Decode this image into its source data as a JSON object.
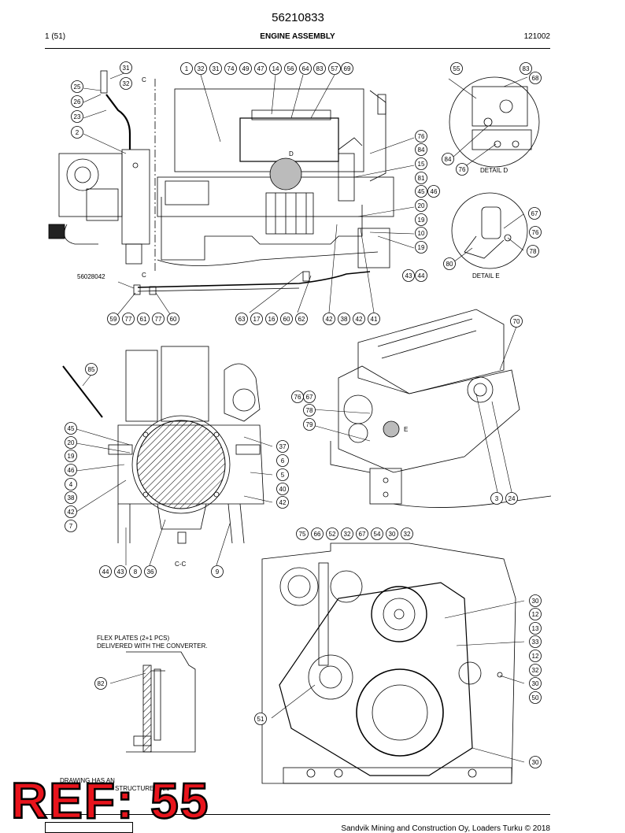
{
  "header": {
    "doc_number": "56210833",
    "page": "1 (51)",
    "title": "ENGINE ASSEMBLY",
    "date_code": "121002"
  },
  "labels": {
    "detail_d": "DETAIL D",
    "detail_e": "DETAIL E",
    "section_cc": "C-C",
    "section_c": "C",
    "marker_d": "D",
    "marker_e": "E",
    "part_ref": "56028042",
    "flex_note_1": "FLEX PLATES (2+1 PCS)",
    "flex_note_2": "DELIVERED WITH THE CONVERTER.",
    "drawing_note_1": "DRAWING HAS AN",
    "drawing_note_2": "STRUCTURE 5621"
  },
  "footer": {
    "copyright": "Sandvik Mining and Construction Oy, Loaders Turku © 2018"
  },
  "stamp": "REF: 55",
  "callouts": {
    "top_left": [
      "31",
      "32",
      "25",
      "26",
      "23",
      "2"
    ],
    "top_row": [
      "1",
      "32",
      "31",
      "74",
      "49",
      "47",
      "14",
      "56",
      "64",
      "83",
      "57",
      "69"
    ],
    "right_main": [
      "76",
      "84",
      "15",
      "81",
      "45",
      "46",
      "20",
      "19",
      "10",
      "19",
      "43",
      "44"
    ],
    "detail_d": [
      "55",
      "83",
      "68",
      "84",
      "76"
    ],
    "detail_e": [
      "67",
      "76",
      "78",
      "80"
    ],
    "bottom_row_a": [
      "59",
      "77",
      "61",
      "77",
      "60"
    ],
    "bottom_row_b": [
      "63",
      "17",
      "16",
      "60",
      "62"
    ],
    "bottom_row_c": [
      "42",
      "38",
      "42",
      "41"
    ],
    "view_3d": [
      "70",
      "76",
      "67",
      "78",
      "79",
      "3",
      "24"
    ],
    "section_left": [
      "85",
      "45",
      "20",
      "19",
      "46",
      "4",
      "38",
      "42",
      "7"
    ],
    "section_right": [
      "37",
      "6",
      "5",
      "40",
      "42"
    ],
    "section_bottom": [
      "44",
      "43",
      "8",
      "36",
      "9"
    ],
    "front_top": [
      "75",
      "66",
      "52",
      "32",
      "67",
      "54",
      "30",
      "32"
    ],
    "front_right": [
      "30",
      "12",
      "13",
      "33",
      "12",
      "32",
      "30",
      "50",
      "30"
    ],
    "front_left": [
      "51"
    ],
    "flex": [
      "82"
    ]
  }
}
